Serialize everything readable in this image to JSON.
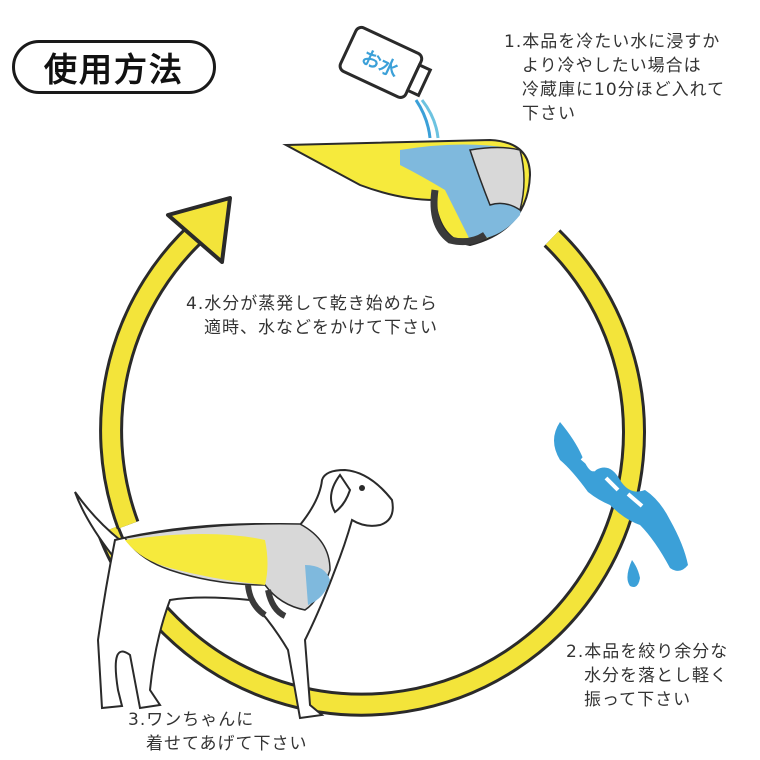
{
  "title": "使用方法",
  "bottle_label": "お水",
  "steps": {
    "step1": {
      "line1": "1.本品を冷たい水に浸すか",
      "line2": "　より冷やしたい場合は",
      "line3": "　冷蔵庫に10分ほど入れて",
      "line4": "　下さい"
    },
    "step2": {
      "line1": "2.本品を絞り余分な",
      "line2": "　水分を落とし軽く",
      "line3": "　振って下さい"
    },
    "step3": {
      "line1": "3.ワンちゃんに",
      "line2": "　着せてあげて下さい"
    },
    "step4": {
      "line1": "4.水分が蒸発して乾き始めたら",
      "line2": "　適時、水などをかけて下さい"
    }
  },
  "colors": {
    "ring": "#f3e43a",
    "ring_outline": "#2a2a2a",
    "water": "#3ba0d8",
    "vest_yellow": "#f6ea3c",
    "vest_gray": "#d8d8d8",
    "strap": "#3a3a3a"
  },
  "icons": [
    "water-bottle-icon",
    "cooling-vest-icon",
    "wrung-vest-icon",
    "dog-wearing-vest-icon",
    "cycle-arrow-icon"
  ]
}
